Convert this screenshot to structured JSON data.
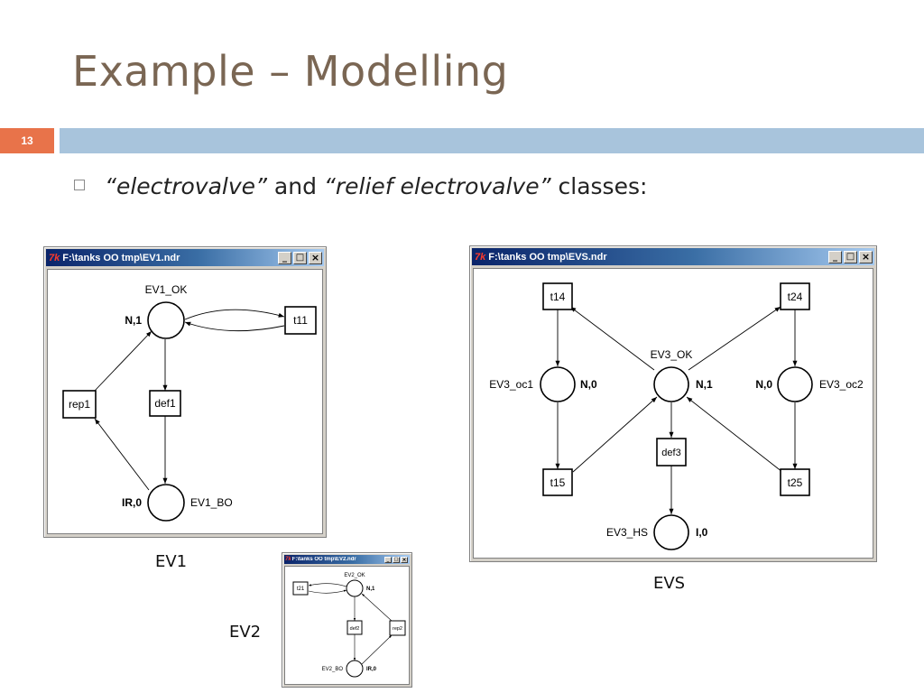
{
  "slide": {
    "title": "Example – Modelling",
    "number": "13",
    "bullet_q1": "“electrovalve”",
    "bullet_and": " and ",
    "bullet_q2": "“relief electrovalve”",
    "bullet_end": " classes:"
  },
  "captions": {
    "ev1": "EV1",
    "evs": "EVS",
    "ev2": "EV2"
  },
  "colors": {
    "title": "#7a6653",
    "accent": "#e8734a",
    "bar": "#a8c4dc"
  },
  "windows": {
    "ev1": {
      "title": "F:\\tanks OO tmp\\EV1.ndr",
      "buttons": {
        "minimize": "_",
        "maximize": "□",
        "close": "×"
      },
      "places": [
        {
          "name": "EV1_OK",
          "mark": "N,1"
        },
        {
          "name": "EV1_BO",
          "mark": "IR,0"
        }
      ],
      "transitions": [
        "t11",
        "def1",
        "rep1"
      ]
    },
    "evs": {
      "title": "F:\\tanks OO tmp\\EVS.ndr",
      "buttons": {
        "minimize": "_",
        "maximize": "□",
        "close": "×"
      },
      "places": [
        {
          "name": "EV3_OK",
          "mark": "N,1"
        },
        {
          "name": "EV3_oc1",
          "mark": "N,0"
        },
        {
          "name": "EV3_oc2",
          "mark": "N,0"
        },
        {
          "name": "EV3_HS",
          "mark": "I,0"
        }
      ],
      "transitions": [
        "t14",
        "t24",
        "t15",
        "t25",
        "def3"
      ]
    },
    "ev2": {
      "title": "F:\\tanks OO tmp\\EV2.ndr",
      "buttons": {
        "minimize": "_",
        "maximize": "□",
        "close": "×"
      },
      "places": [
        {
          "name": "EV2_OK",
          "mark": "N,1"
        },
        {
          "name": "EV2_BO",
          "mark": "IR,0"
        }
      ],
      "transitions": [
        "t21",
        "def2",
        "rep2"
      ]
    }
  }
}
